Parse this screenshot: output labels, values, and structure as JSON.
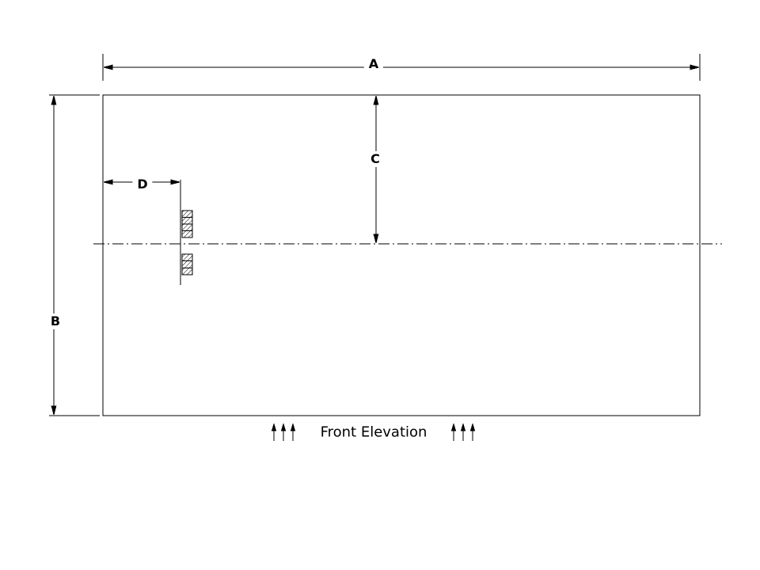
{
  "drawing": {
    "caption": "Front Elevation",
    "dimensions": {
      "a": {
        "label": "A"
      },
      "b": {
        "label": "B"
      },
      "c": {
        "label": "C"
      },
      "d": {
        "label": "D"
      }
    },
    "colors": {
      "line": "#000000",
      "background": "#ffffff"
    }
  }
}
